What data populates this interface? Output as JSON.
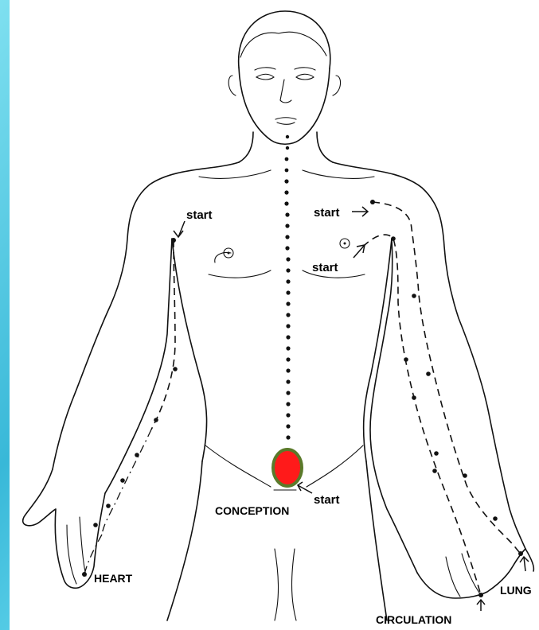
{
  "labels": {
    "start_right_shoulder": "start",
    "start_left_shoulder": "start",
    "start_left_chest": "start",
    "start_abdomen": "start",
    "conception": "CONCEPTION",
    "heart": "HEART",
    "lung": "LUNG",
    "circulation": "CIRCULATION"
  },
  "colors": {
    "highlight_fill": "#ff1a1a",
    "highlight_stroke": "#5a7a2a",
    "background": "#5fd0e8"
  }
}
